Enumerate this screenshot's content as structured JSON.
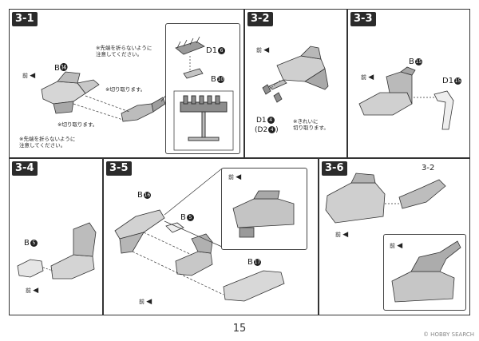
{
  "page_number": "15",
  "watermark": "© HOBBY SEARCH",
  "front_label": "前",
  "steps": {
    "s31": {
      "title": "3-1",
      "part_b14": "B⓮",
      "part_d1": "D1",
      "part_d1_num": "6",
      "part_b10": "B",
      "part_b10_num": "10",
      "note_tip_1": "※先端を折らないように\n注意してください。",
      "note_cut_1": "※切り取ります。",
      "note_cut_2": "※切り取ります。",
      "note_tip_2": "※先端を折らないように\n注意してください。"
    },
    "s32": {
      "title": "3-2",
      "part_d1": "D1",
      "part_d1_num": "4",
      "part_d2": "(D2",
      "part_d2_num": "4",
      "part_d2_close": ")",
      "note_clean": "※きれいに\n切り取ります。"
    },
    "s33": {
      "title": "3-3",
      "part_b": "B",
      "part_b_num": "15",
      "part_d1": "D1",
      "part_d1_num": "15"
    },
    "s34": {
      "title": "3-4",
      "part_b": "B",
      "part_b_num": "5"
    },
    "s35": {
      "title": "3-5",
      "part_b16": "B",
      "part_b16_num": "16",
      "part_b5": "B",
      "part_b5_num": "5",
      "part_b17": "B",
      "part_b17_num": "17"
    },
    "s36": {
      "title": "3-6",
      "ref": "3-2"
    }
  }
}
